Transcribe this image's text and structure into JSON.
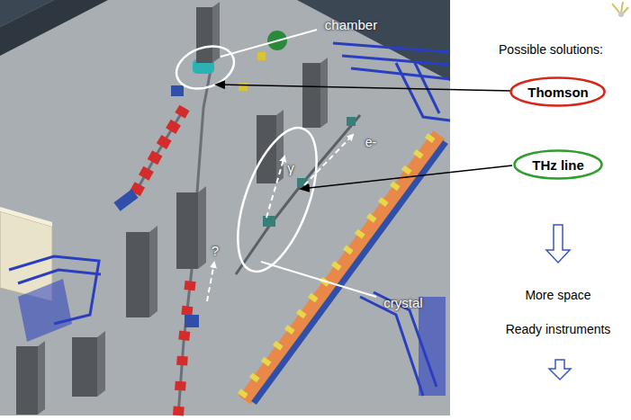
{
  "diagram": {
    "nodes": [
      {
        "text": [
          "Thomson"
        ]
      },
      {
        "text": [
          "THz line"
        ]
      }
    ],
    "labels": [
      "chamber",
      "γ",
      "e-",
      "?",
      "crystal",
      "Possible solutions:",
      "More space",
      "Ready instruments"
    ]
  }
}
